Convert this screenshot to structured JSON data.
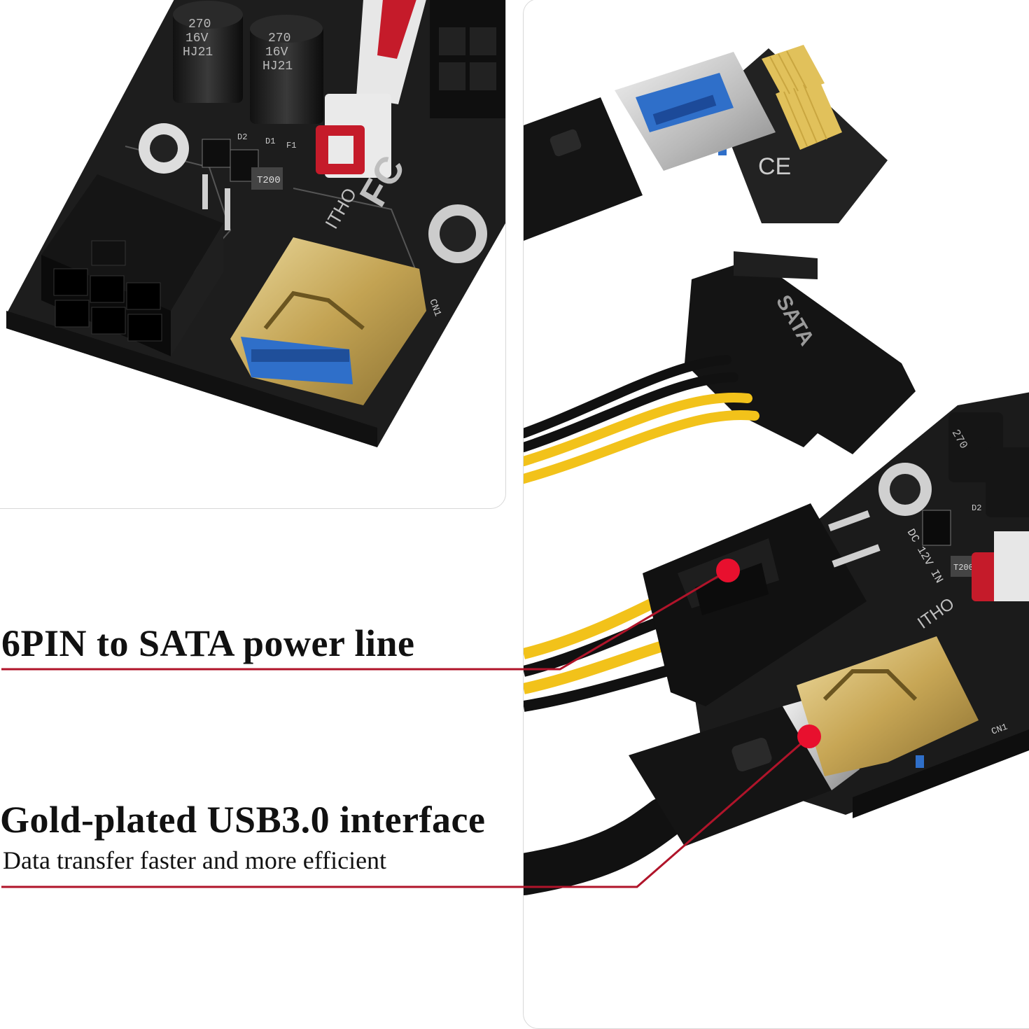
{
  "callouts": [
    {
      "title": "6PIN to SATA power line"
    },
    {
      "title": "Gold-plated USB3.0 interface",
      "subtitle": "Data transfer faster and more efficient"
    }
  ],
  "board_labels": {
    "cap_lines": [
      "270",
      "16V",
      "HJ21"
    ],
    "fuse": "T200",
    "diode_1": "D1",
    "diode_2": "D2",
    "fuse_label": "F1",
    "brand": "ITHO",
    "port": "CN1",
    "dc_in": "DC 12V IN",
    "sata": "SATA"
  },
  "colors": {
    "accent_line": "#b0142a",
    "dot": "#e8102e",
    "pcb": "#1b1b1b",
    "gold": "#c9ab5e",
    "usb_blue": "#2f6fc9",
    "wire_yellow": "#f2c21a"
  }
}
